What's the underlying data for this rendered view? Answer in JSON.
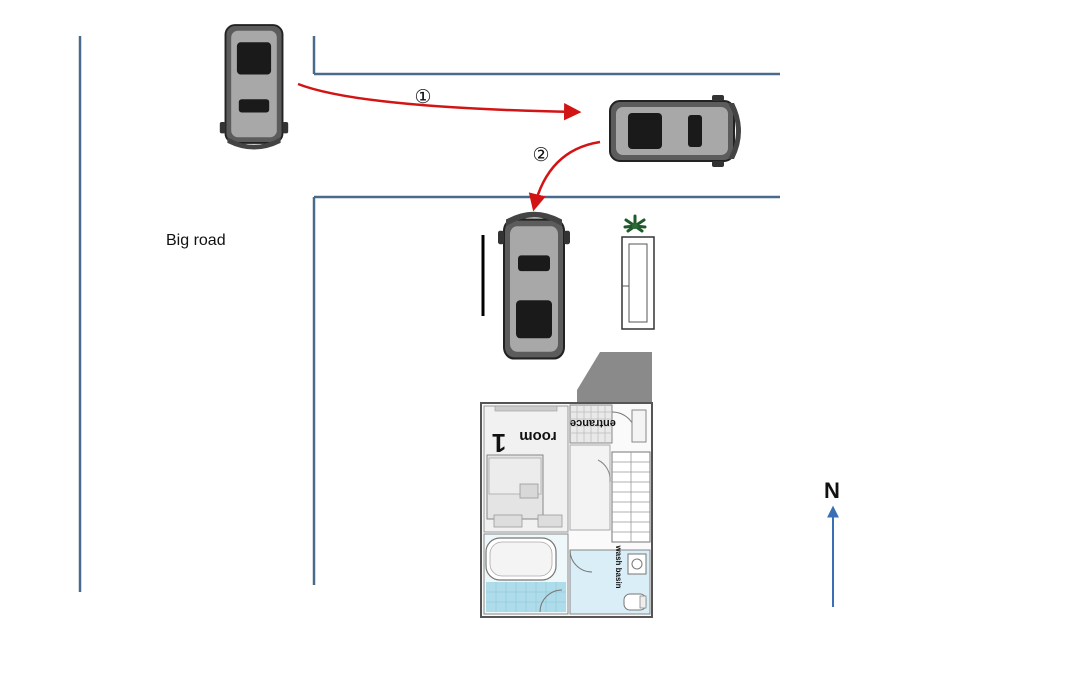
{
  "diagram": {
    "road_label": "Big road",
    "north_label": "N",
    "route_steps": [
      {
        "label": "①"
      },
      {
        "label": "②"
      }
    ],
    "floorplan": {
      "room_label": "room",
      "room_number": "1",
      "entrance_label": "entrance",
      "bath_label": "wash basin"
    }
  },
  "colors": {
    "road_line": "#4a6a8c",
    "route_arrow": "#d21414",
    "north_arrow": "#3a6fb6",
    "room_number": "#c81e14",
    "bath_tile": "#aedcea",
    "stair_block": "#8a8a8a"
  },
  "icons": [
    "car-icon",
    "plant-icon",
    "north-arrow-icon"
  ]
}
